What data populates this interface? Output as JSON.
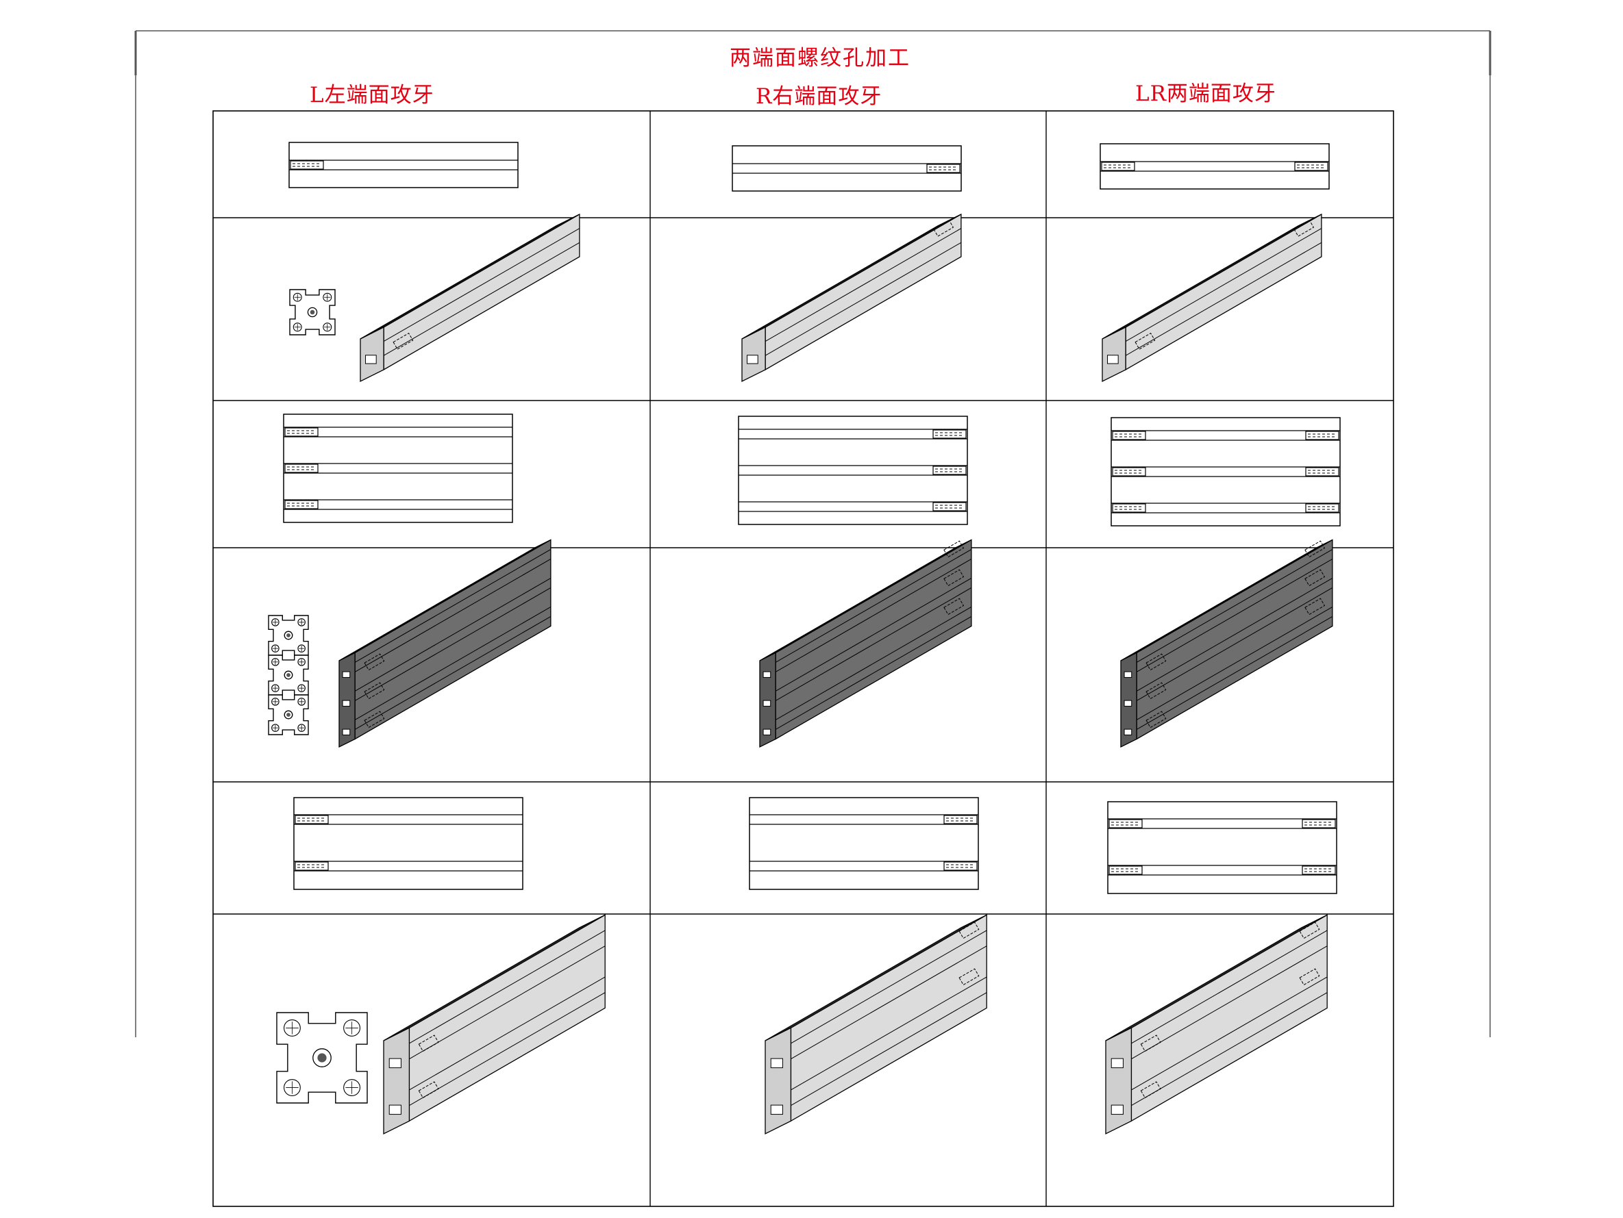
{
  "title": "两端面螺纹孔加工",
  "columns": [
    {
      "key": "L",
      "label": "L左端面攻牙"
    },
    {
      "key": "R",
      "label": "R右端面攻牙"
    },
    {
      "key": "LR",
      "label": "LR两端面攻牙"
    }
  ],
  "profiles": [
    {
      "name": "square-profile",
      "slots": 1
    },
    {
      "name": "triple-profile",
      "slots": 3
    },
    {
      "name": "large-square-profile",
      "slots": 2
    }
  ],
  "colors": {
    "title": "#e60012",
    "line": "#000000",
    "profile_light": "#dcdcdc",
    "profile_dark": "#6e6e6e"
  }
}
